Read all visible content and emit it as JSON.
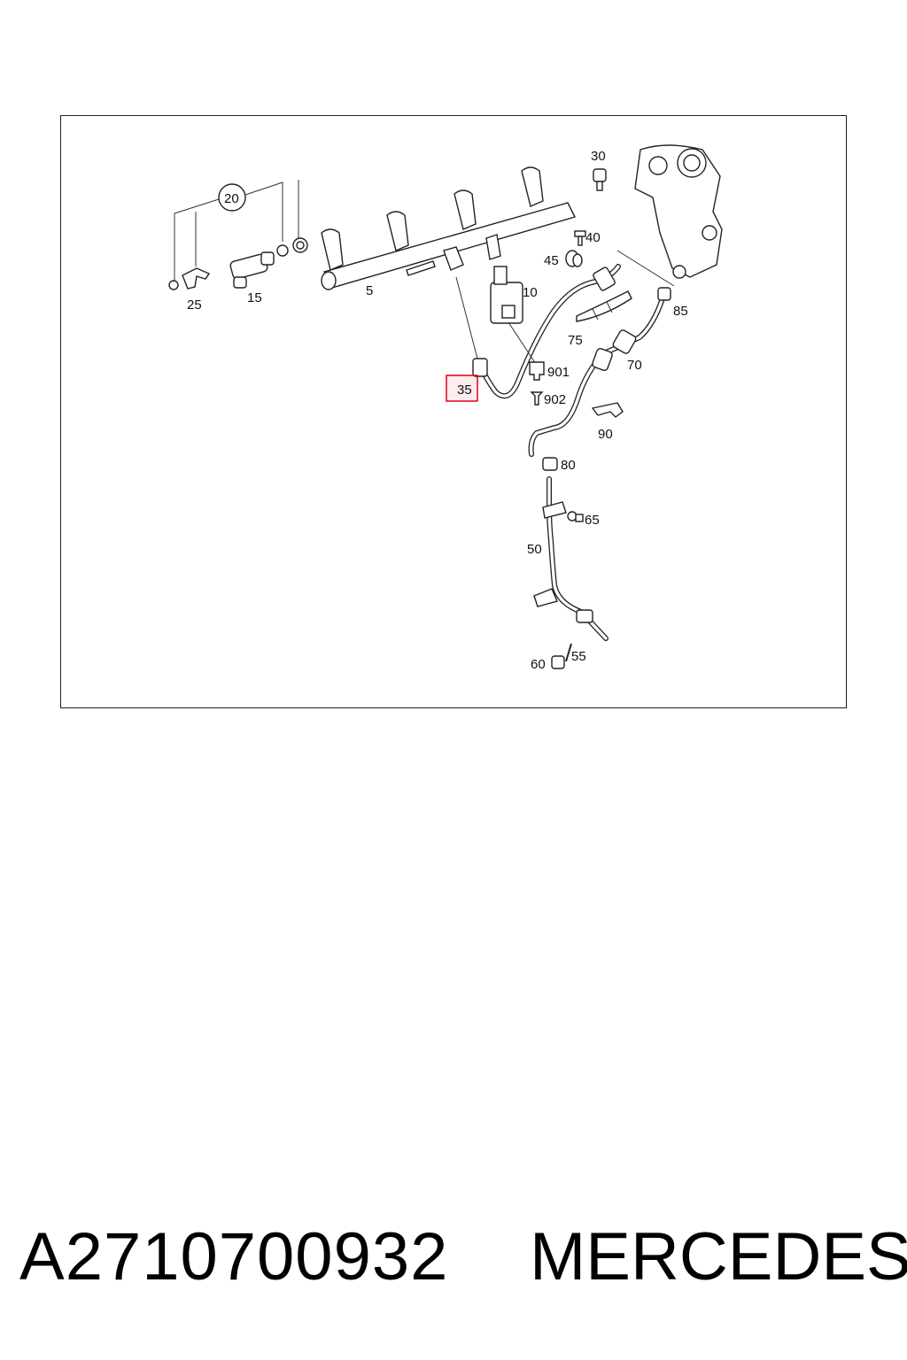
{
  "diagram": {
    "callouts": [
      {
        "id": "c20",
        "text": "20"
      },
      {
        "id": "c25",
        "text": "25"
      },
      {
        "id": "c15",
        "text": "15"
      },
      {
        "id": "c5",
        "text": "5"
      },
      {
        "id": "c30",
        "text": "30"
      },
      {
        "id": "c40",
        "text": "40"
      },
      {
        "id": "c45",
        "text": "45"
      },
      {
        "id": "c10",
        "text": "10"
      },
      {
        "id": "c85",
        "text": "85"
      },
      {
        "id": "c75",
        "text": "75"
      },
      {
        "id": "c70",
        "text": "70"
      },
      {
        "id": "c901",
        "text": "901"
      },
      {
        "id": "c902",
        "text": "902"
      },
      {
        "id": "c35",
        "text": "35"
      },
      {
        "id": "c90",
        "text": "90"
      },
      {
        "id": "c80",
        "text": "80"
      },
      {
        "id": "c65",
        "text": "65"
      },
      {
        "id": "c50",
        "text": "50"
      },
      {
        "id": "c55",
        "text": "55"
      },
      {
        "id": "c60",
        "text": "60"
      }
    ],
    "highlighted_callout": "35",
    "highlight_color": "#e0001b"
  },
  "footer": {
    "part_number": "A2710700932",
    "brand": "MERCEDES"
  }
}
